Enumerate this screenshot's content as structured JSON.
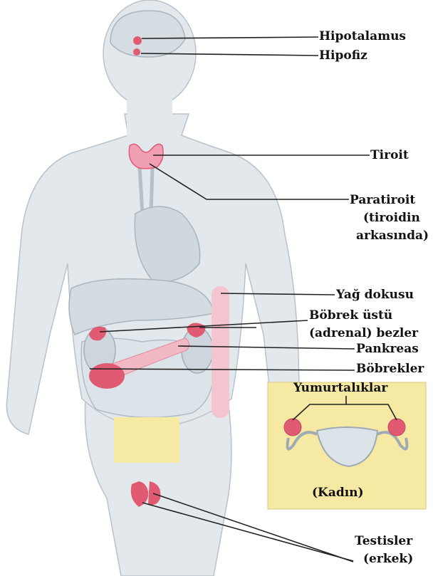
{
  "labels": {
    "hypothalamus": "Hipotalamus",
    "pituitary": "Hipofiz",
    "thyroid": "Tiroit",
    "parathyroid_line1": "Paratiroit",
    "parathyroid_line2": "(tiroidin",
    "parathyroid_line3": "arkasında)",
    "adipose": "Yağ dokusu",
    "adrenal_line1": "Böbrek üstü",
    "adrenal_line2": "(adrenal) bezler",
    "pancreas": "Pankreas",
    "kidneys": "Böbrekler",
    "ovaries": "Yumurtalıklar",
    "female": "(Kadın)",
    "testes_line1": "Testisler",
    "testes_line2": "(erkek)"
  },
  "colors": {
    "body": "#e3e8ec",
    "body_outline": "#b9c3ca",
    "gland": "#e05a72",
    "gland_light": "#f2b8c4",
    "inset_bg": "#f6e9a4",
    "leader": "#222222"
  }
}
